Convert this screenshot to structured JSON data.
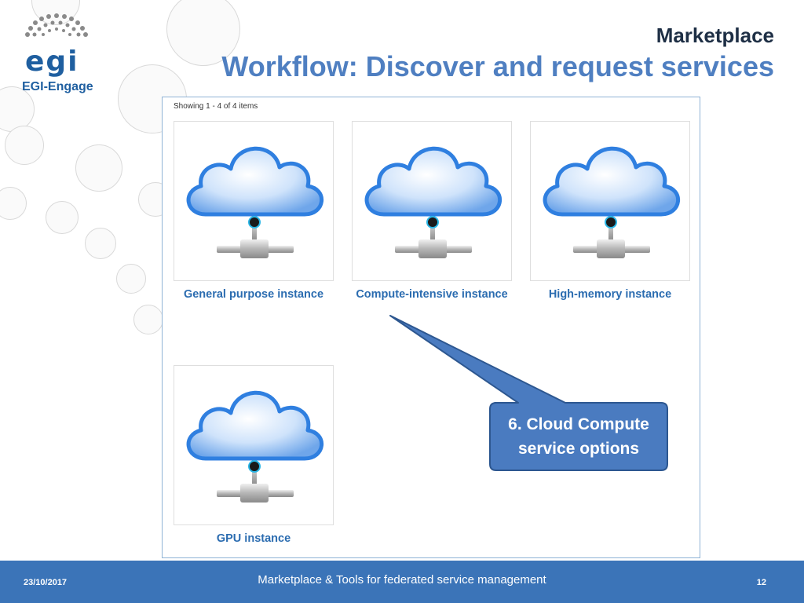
{
  "logo": {
    "word": "egi",
    "subtitle": "EGI-Engage",
    "color": "#1f5fa0"
  },
  "header": {
    "section": "Marketplace",
    "title": "Workflow: Discover and request services"
  },
  "catalog": {
    "count_text": "Showing 1 - 4 of 4 items",
    "items": [
      {
        "label": "General purpose instance",
        "icon": "cloud-server-icon"
      },
      {
        "label": "Compute-intensive instance",
        "icon": "cloud-server-icon"
      },
      {
        "label": "High-memory instance",
        "icon": "cloud-server-icon"
      },
      {
        "label": "GPU instance",
        "icon": "cloud-server-icon"
      }
    ]
  },
  "callout": {
    "text": "6. Cloud Compute service options",
    "color": "#4a7bc0"
  },
  "footer": {
    "date": "23/10/2017",
    "description": "Marketplace & Tools for federated service management",
    "page_number": "12",
    "color": "#3b74b8"
  }
}
